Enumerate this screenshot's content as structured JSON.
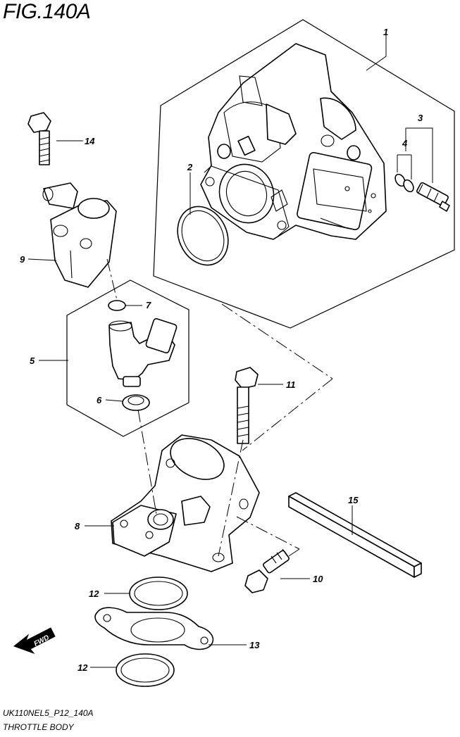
{
  "figure": {
    "title": "FIG.140A",
    "code": "UK110NEL5_P12_140A",
    "name": "THROTTLE BODY"
  },
  "fwd_label": "FWD",
  "callouts": [
    "1",
    "2",
    "3",
    "4",
    "5",
    "6",
    "7",
    "8",
    "9",
    "10",
    "11",
    "12",
    "12",
    "13",
    "14",
    "15"
  ]
}
